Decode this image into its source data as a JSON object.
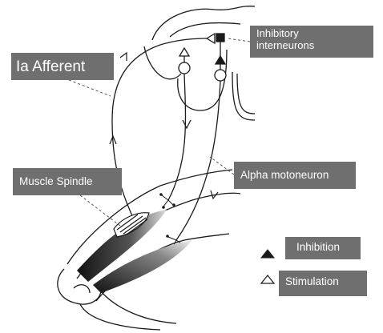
{
  "labels": {
    "ia_afferent": "Ia Afferent",
    "inhibitory_interneurons_line1": "Inhibitory",
    "inhibitory_interneurons_line2": "interneurons",
    "muscle_spindle": "Muscle Spindle",
    "alpha_motoneuron": "Alpha motoneuron",
    "inhibition": "Inhibition",
    "stimulation": "Stimulation"
  },
  "legend": {
    "inhibition_symbol": "filled-triangle",
    "stimulation_symbol": "open-triangle"
  },
  "colors": {
    "label_background": "#6f6f6f",
    "label_text": "#ffffff",
    "line": "#1a1a1a"
  }
}
